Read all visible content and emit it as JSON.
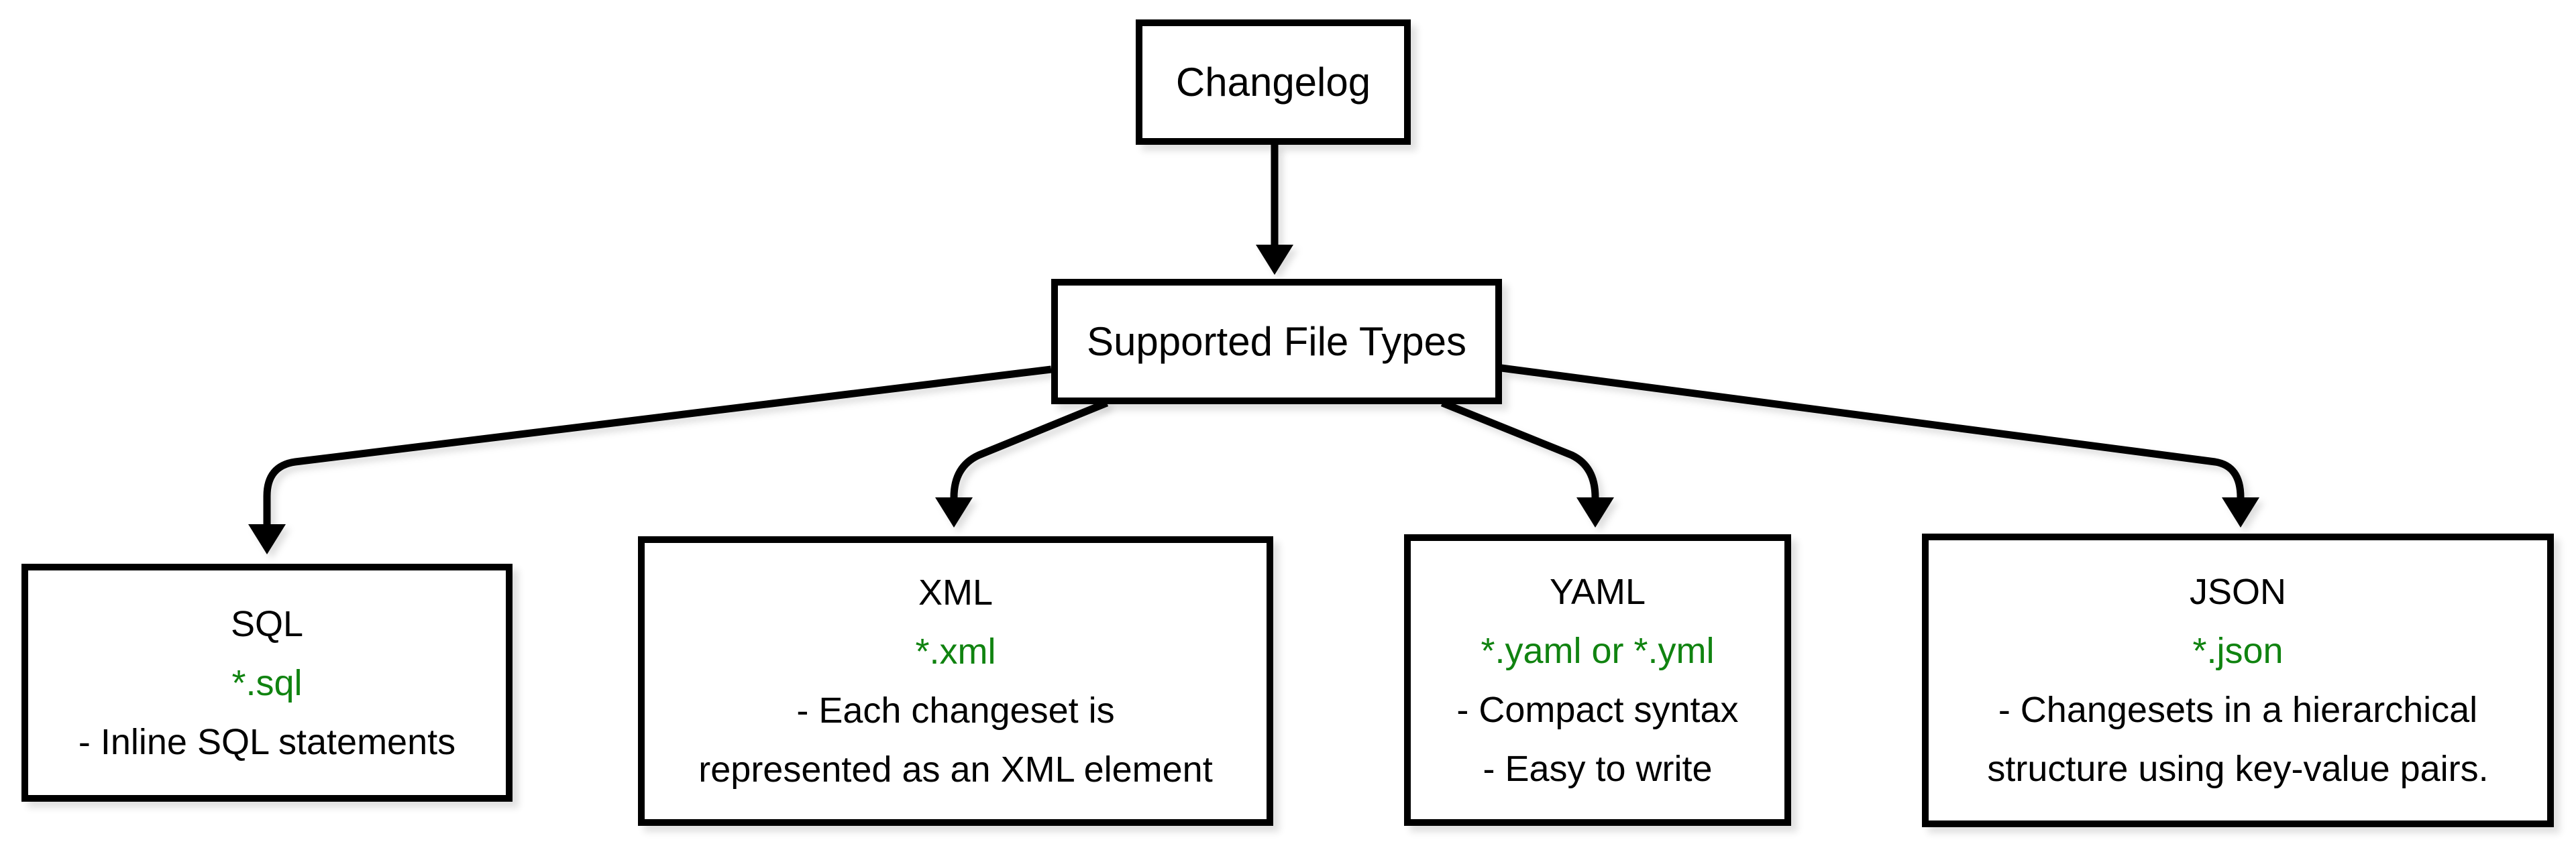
{
  "title": "Changelog supported file types diagram",
  "colors": {
    "background": "#ffffff",
    "line": "#000000",
    "text": "#000000",
    "green": "#108310"
  },
  "nodes": {
    "changelog": {
      "label": "Changelog"
    },
    "hub": {
      "label": "Supported File Types"
    },
    "file_types": [
      {
        "title": "SQL",
        "pattern": "*.sql",
        "lines": [
          "- Inline SQL statements"
        ]
      },
      {
        "title": "XML",
        "pattern": "*.xml",
        "lines": [
          "- Each changeset is",
          "represented as an XML element"
        ]
      },
      {
        "title": "YAML",
        "pattern": "*.yaml or *.yml",
        "lines": [
          "- Compact syntax",
          "- Easy to write"
        ]
      },
      {
        "title": "JSON",
        "pattern": "*.json",
        "lines": [
          "- Changesets in a hierarchical",
          "structure using key-value pairs."
        ]
      }
    ]
  },
  "edges": [
    {
      "from": "Changelog",
      "to": "Supported File Types"
    },
    {
      "from": "Supported File Types",
      "to": "SQL"
    },
    {
      "from": "Supported File Types",
      "to": "XML"
    },
    {
      "from": "Supported File Types",
      "to": "YAML"
    },
    {
      "from": "Supported File Types",
      "to": "JSON"
    }
  ]
}
